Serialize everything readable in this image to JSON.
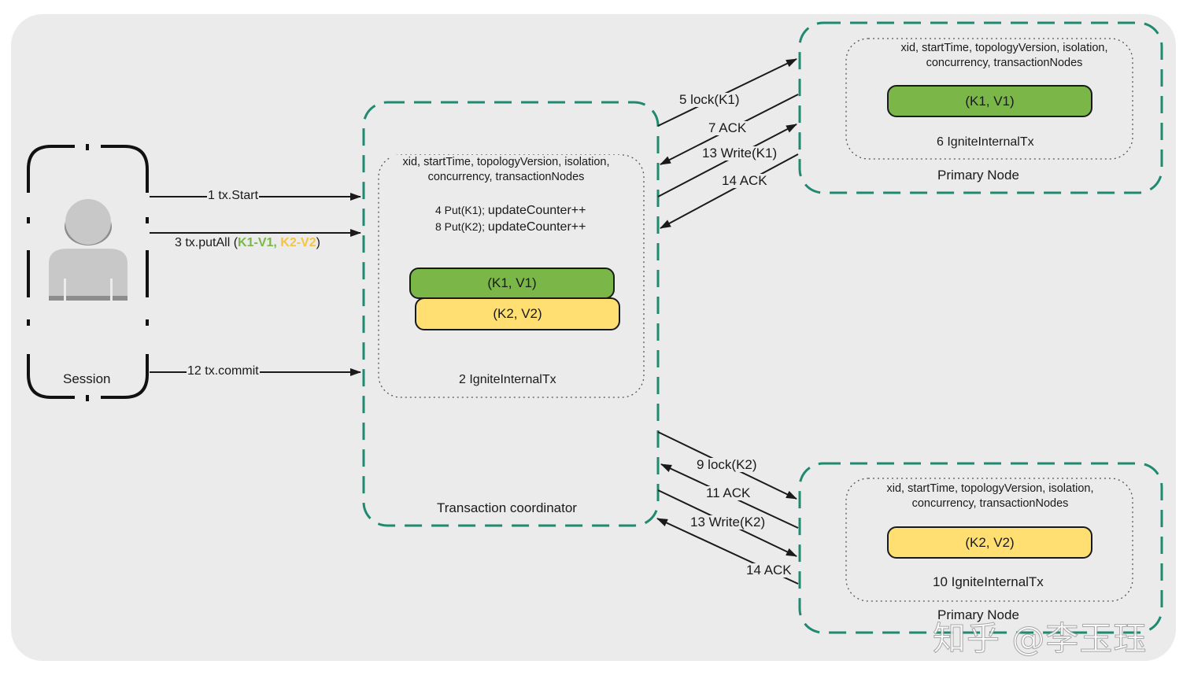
{
  "colors": {
    "green": "#7ab648",
    "yellow": "#ffdf71",
    "dashed_border": "#1f8a70",
    "canvas": "#ebebeb"
  },
  "session": {
    "label": "Session",
    "icon": "user-icon"
  },
  "session_arrows": {
    "start": "1 tx.Start",
    "putall_prefix": "3 tx.putAll (",
    "putall_k1": "K1-V1,",
    "putall_k2": " K2-V2",
    "putall_suffix": ")",
    "commit": "12 tx.commit"
  },
  "coordinator": {
    "title": "Transaction coordinator",
    "fields_line1": "xid, startTime, topologyVersion, isolation,",
    "fields_line2": "concurrency, transactionNodes",
    "op1_prefix": "4 Put(K1); ",
    "op1_suffix": "updateCounter++",
    "op2_prefix": "8 Put(K2); ",
    "op2_suffix": "updateCounter++",
    "entry1": "(K1, V1)",
    "entry2": "(K2, V2)",
    "tx_label": "2 IgniteInternalTx"
  },
  "primary_top": {
    "title": "Primary Node",
    "fields_line1": "xid, startTime, topologyVersion, isolation,",
    "fields_line2": "concurrency, transactionNodes",
    "entry": "(K1, V1)",
    "tx_label": "6 IgniteInternalTx"
  },
  "primary_bottom": {
    "title": "Primary Node",
    "fields_line1": "xid, startTime, topologyVersion, isolation,",
    "fields_line2": "concurrency, transactionNodes",
    "entry": "(K2, V2)",
    "tx_label": "10 IgniteInternalTx"
  },
  "top_messages": {
    "lock": "5 lock(K1)",
    "ack1": "7 ACK",
    "write": "13 Write(K1)",
    "ack2": "14 ACK"
  },
  "bottom_messages": {
    "lock": "9 lock(K2)",
    "ack1": "11 ACK",
    "write": "13 Write(K2)",
    "ack2": "14 ACK"
  },
  "watermark": "知乎 @李玉珏"
}
